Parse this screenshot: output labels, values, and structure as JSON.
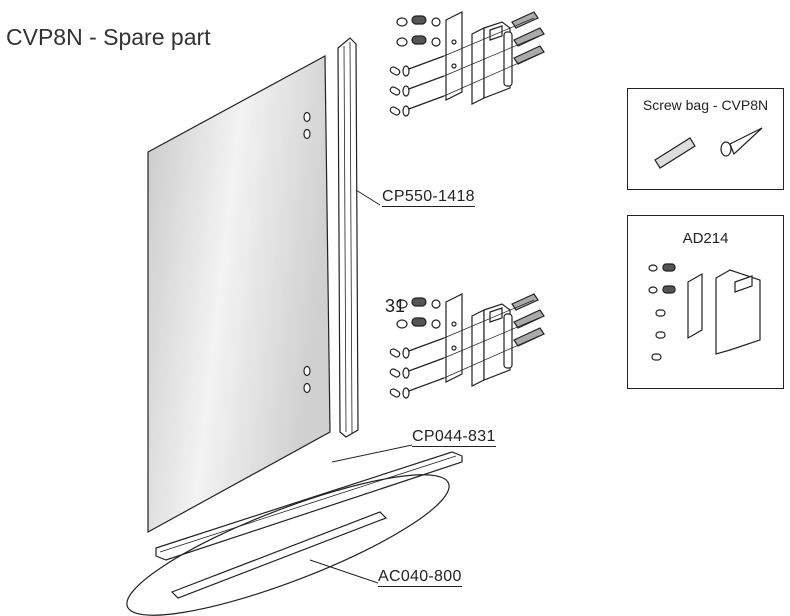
{
  "title": "CVP8N - Spare part",
  "labels": {
    "profile": "CP550-1418",
    "bottom_profile": "CP044-831",
    "seal": "AC040-800",
    "callout_number": "31"
  },
  "boxes": {
    "screw_bag": "Screw bag - CVP8N",
    "hinge": "AD214"
  }
}
